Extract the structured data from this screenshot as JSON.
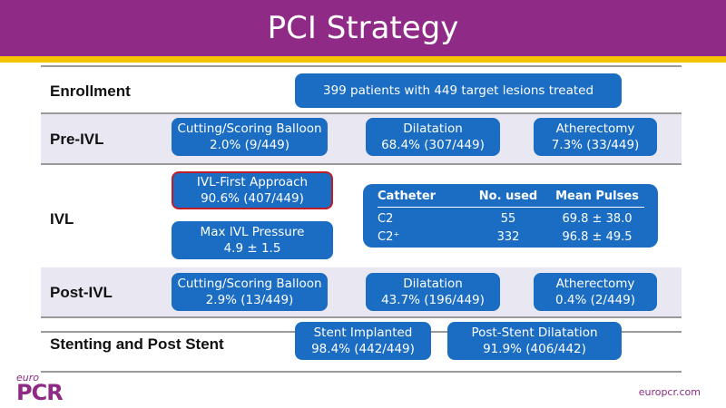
{
  "header": {
    "title": "PCI Strategy"
  },
  "rows": {
    "enrollment": {
      "label": "Enrollment",
      "box": "399 patients with 449 target lesions treated"
    },
    "pre_ivl": {
      "label": "Pre-IVL",
      "boxes": [
        {
          "title": "Cutting/Scoring Balloon",
          "value": "2.0% (9/449)"
        },
        {
          "title": "Dilatation",
          "value": "68.4% (307/449)"
        },
        {
          "title": "Atherectomy",
          "value": "7.3% (33/449)"
        }
      ]
    },
    "ivl": {
      "label": "IVL",
      "first_approach": {
        "title": "IVL-First Approach",
        "value": "90.6% (407/449)"
      },
      "max_pressure": {
        "title": "Max IVL Pressure",
        "value": "4.9 ± 1.5"
      },
      "catheter_table": {
        "headers": [
          "Catheter",
          "No. used",
          "Mean Pulses"
        ],
        "rows": [
          [
            "C2",
            "55",
            "69.8 ± 38.0"
          ],
          [
            "C2⁺",
            "332",
            "96.8 ± 49.5"
          ]
        ]
      }
    },
    "post_ivl": {
      "label": "Post-IVL",
      "boxes": [
        {
          "title": "Cutting/Scoring Balloon",
          "value": "2.9% (13/449)"
        },
        {
          "title": "Dilatation",
          "value": "43.7% (196/449)"
        },
        {
          "title": "Atherectomy",
          "value": "0.4% (2/449)"
        }
      ]
    },
    "stenting": {
      "label": "Stenting and Post Stent",
      "boxes": [
        {
          "title": "Stent Implanted",
          "value": "98.4% (442/449)"
        },
        {
          "title": "Post-Stent Dilatation",
          "value": "91.9% (406/442)"
        }
      ]
    }
  },
  "footer": {
    "logo_small": "euro",
    "logo_big": "PCR",
    "site": "europcr.com"
  },
  "colors": {
    "header": "#8f2a86",
    "stripe": "#f5c400",
    "box": "#1a6dc3",
    "highlight_border": "#c01c28",
    "shaded_row": "#e9e7f1"
  }
}
